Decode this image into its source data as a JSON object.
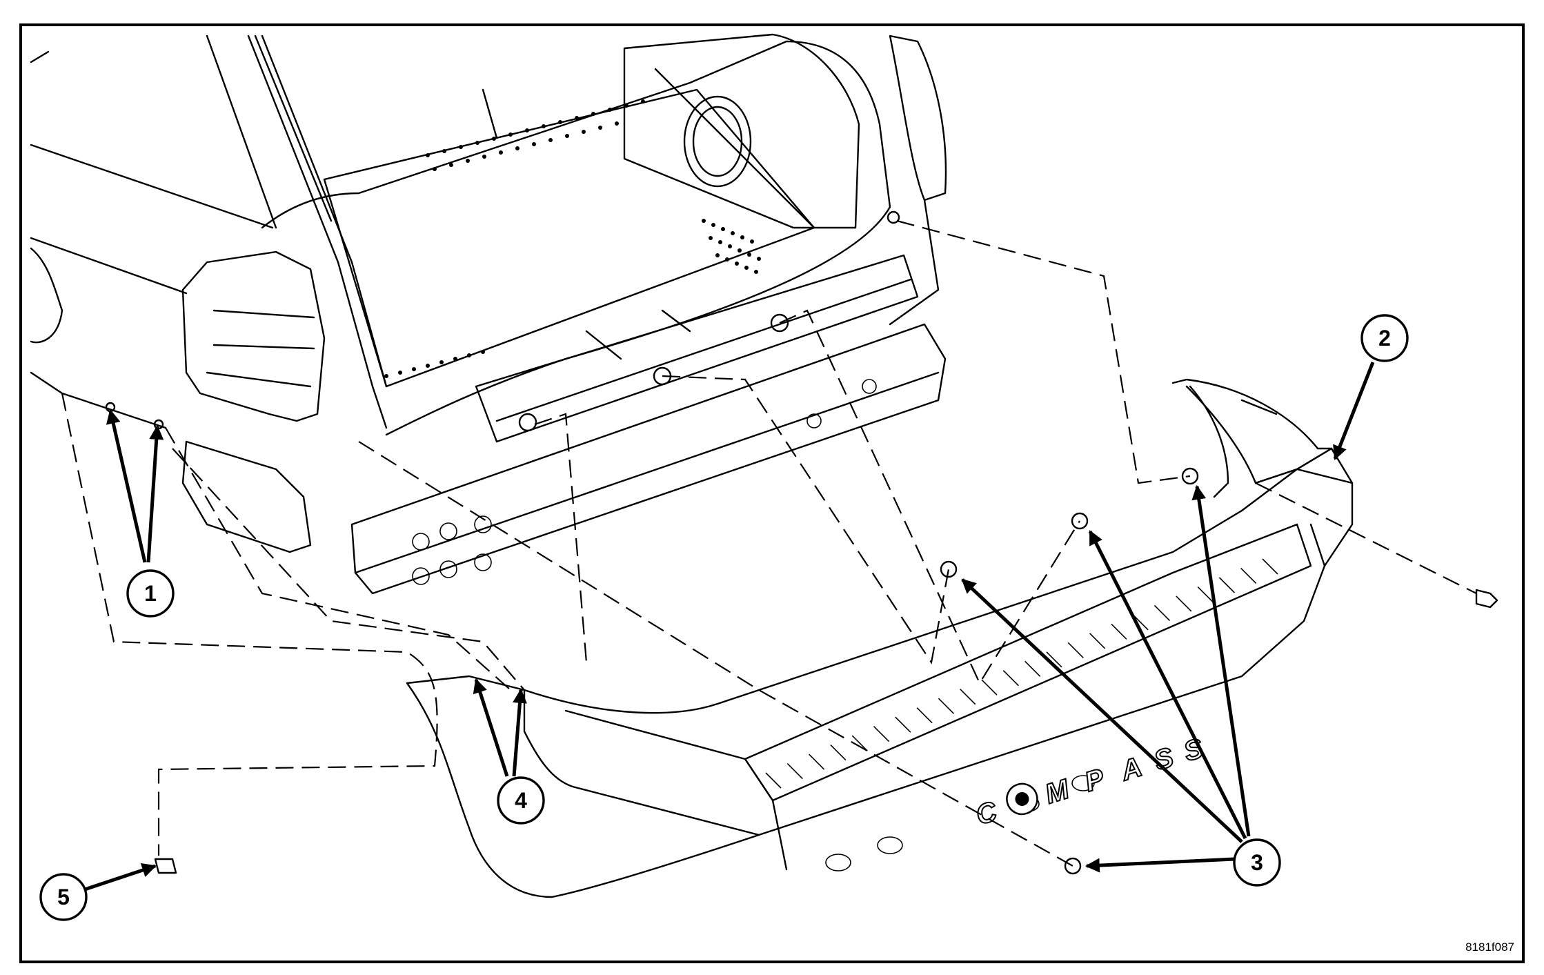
{
  "figure_code": "8181f087",
  "badge_letters": [
    "C",
    "M",
    "P",
    "A",
    "S",
    "S"
  ],
  "callouts": [
    {
      "label": "1"
    },
    {
      "label": "2"
    },
    {
      "label": "3"
    },
    {
      "label": "4"
    },
    {
      "label": "5"
    }
  ],
  "colors": {
    "line": "#000000",
    "background": "#ffffff"
  }
}
